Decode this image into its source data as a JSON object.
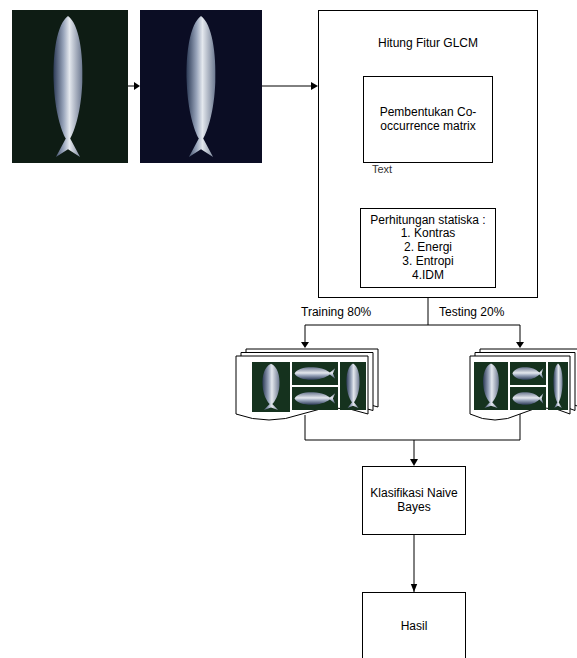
{
  "diagram": {
    "nodes": [
      {
        "text": [
          "Hitung Fitur GLCM"
        ]
      },
      {
        "text": [
          "Pembentukan Co-occurrence matrix"
        ],
        "in": 0
      },
      {
        "text": [
          "Perhitungan statiska : 1. Kontras 2. Energi 3. Entropi 4.IDM"
        ],
        "in": 0
      },
      {
        "text": [
          "Klasifikasi Naive Bayes"
        ]
      },
      {
        "text": [
          "Hasil"
        ]
      }
    ],
    "edges": [
      {
        "from": 1,
        "to": 2,
        "arrow": "to"
      },
      {
        "from": 3,
        "to": 4,
        "arrow": "to"
      }
    ],
    "labels": [
      "Text",
      "Training 80%",
      "Testing 20%"
    ]
  }
}
